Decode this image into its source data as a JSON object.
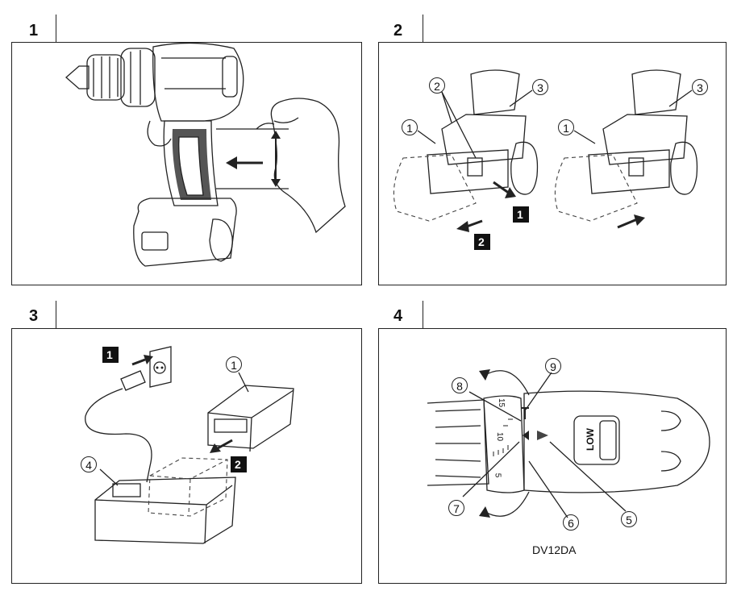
{
  "panels": [
    {
      "number": "1"
    },
    {
      "number": "2"
    },
    {
      "number": "3"
    },
    {
      "number": "4"
    }
  ],
  "panel2": {
    "callouts": [
      "1",
      "2",
      "3",
      "1",
      "3"
    ],
    "steps": [
      "1",
      "2"
    ]
  },
  "panel3": {
    "callouts": [
      "1",
      "4"
    ],
    "steps": [
      "1",
      "2"
    ]
  },
  "panel4": {
    "callouts": [
      "9",
      "8",
      "7",
      "6",
      "5"
    ],
    "switch_label": "LOW",
    "scale_labels": [
      "15",
      "10",
      "5"
    ],
    "model_caption": "DV12DA"
  },
  "colors": {
    "line": "#222222",
    "step_box": "#111111",
    "shade": "#555555"
  }
}
